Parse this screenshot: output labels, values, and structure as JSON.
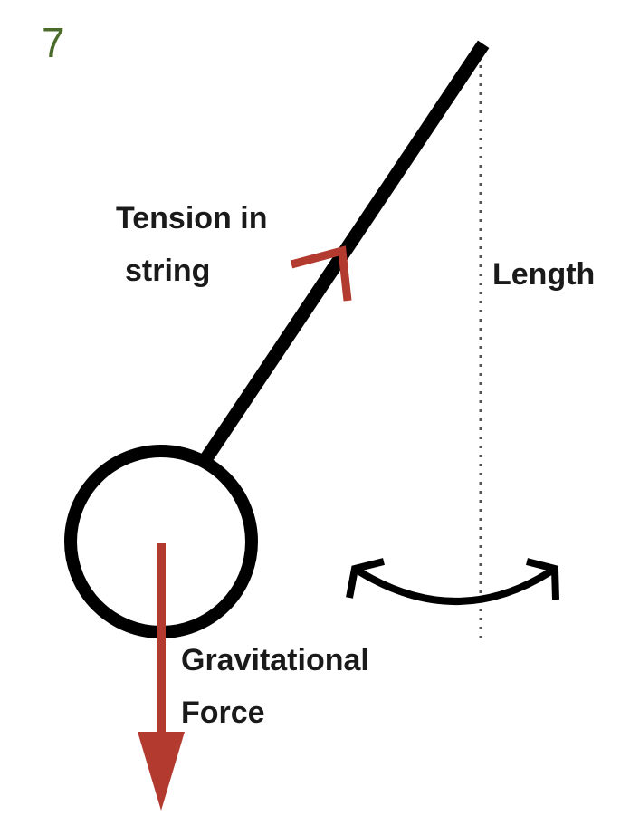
{
  "figure_number": "7",
  "labels": {
    "tension_line1": "Tension in",
    "tension_line2": "string",
    "length": "Length",
    "gravity_line1": "Gravitational",
    "gravity_line2": "Force"
  },
  "colors": {
    "string": "#000000",
    "bob": "#000000",
    "force_arrow": "#b23a2e",
    "swing_arrow": "#000000",
    "length_line": "#555555",
    "figure_number": "#4a6b2a"
  }
}
